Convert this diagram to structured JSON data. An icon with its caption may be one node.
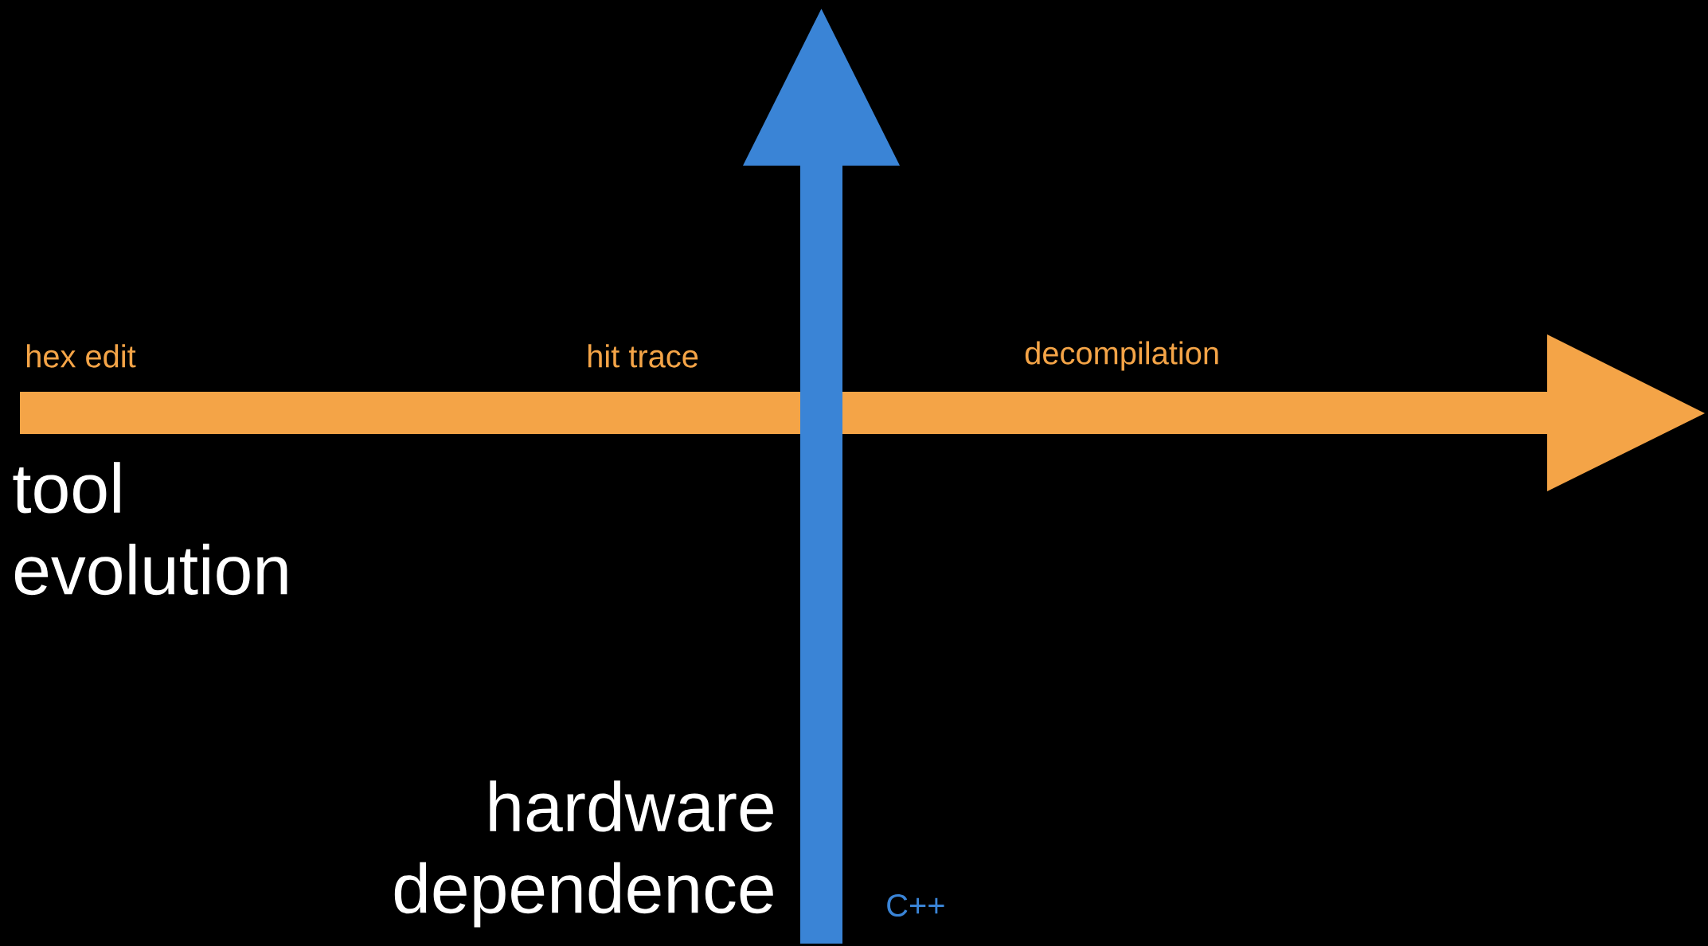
{
  "diagram": {
    "labels": [
      "hex edit",
      "hit trace",
      "decompilation",
      "tool evolution",
      "hardware dependence",
      "C++"
    ]
  }
}
